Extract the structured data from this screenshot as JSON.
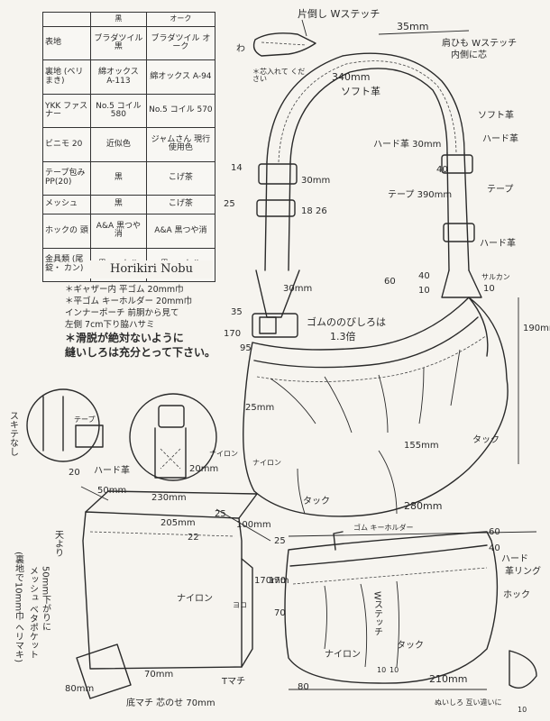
{
  "table": {
    "header": {
      "col1": "黒",
      "col2": "オーク"
    },
    "rows": [
      {
        "label": "表地",
        "v1": "ブラダツイル 黒",
        "v2": "ブラダツイル オーク"
      },
      {
        "label": "裏地 (ベリまき)",
        "v1": "綿オックス A-113",
        "v2": "綿オックス A-94"
      },
      {
        "label": "YKK ファスナー",
        "v1": "No.5 コイル 580",
        "v2": "No.5 コイル 570"
      },
      {
        "label": "ビニモ 20",
        "v1": "近似色",
        "v2": "ジャムさん 現行 使用色"
      },
      {
        "label": "テープ包み PP(20)",
        "v1": "黒",
        "v2": "こげ茶"
      },
      {
        "label": "メッシュ",
        "v1": "黒",
        "v2": "こげ茶"
      },
      {
        "label": "ホックの 頭",
        "v1": "A&A 黒つや消",
        "v2": "A&A 黒つや消"
      },
      {
        "label": "金具類 (尾錠・ カン)",
        "v1": "黒ニッケル",
        "v2": "黒ニッケル"
      }
    ]
  },
  "credit": "Horikiri Nobu",
  "notes": {
    "n1": "＊ギャザー内 平ゴム 20mm巾",
    "n2": "＊平ゴム キーホルダー 20mm巾",
    "n3": "インナーポーチ 前胴から見て",
    "n4": "左側 7cm下り脇ハサミ",
    "n5": "＊滑脱が絶対ないように",
    "n6": "縫いしろは充分とって下さい。"
  },
  "strap": {
    "top_note": "片倒し Wステッチ",
    "width": "35mm",
    "wa": "わ",
    "core": "＊芯入れて ください",
    "length": "340mm",
    "soft": "ソフト革",
    "shoulder_note": "肩ひも Wステッチ",
    "shoulder_note2": "内側に芯",
    "soft_leather": "ソフト革",
    "hard_leather": "ハード革",
    "hard30": "ハード革 30mm",
    "d40": "40",
    "tape": "テープ",
    "tape390": "テープ 390mm",
    "hard2": "ハード革",
    "d14": "14",
    "d30": "30mm",
    "d25": "25",
    "d18": "18",
    "d26": "26",
    "d30b": "30mm",
    "d60": "60",
    "d40b": "40",
    "d10": "10",
    "sarukan": "サルカン",
    "d10b": "10",
    "d35": "35",
    "d170": "170",
    "d95": "95"
  },
  "bag": {
    "gather": "ゴムののびしろは",
    "ratio": "1.3倍",
    "h190": "190mm",
    "d25": "25mm",
    "d155": "155mm",
    "tuck": "タック",
    "tuck2": "タック",
    "nylon": "ナイロン",
    "nylon2": "ナイロン",
    "width": "280mm",
    "d25b": "25",
    "d100": "100mm",
    "d25c": "25"
  },
  "details": {
    "tape": "テープ",
    "sukite": "スキテなし",
    "d20": "20mm"
  },
  "pouch": {
    "d20": "20",
    "hard": "ハード革",
    "d50": "50mm",
    "d230": "230mm",
    "d205": "205mm",
    "d22": "22",
    "nylon": "ナイロン",
    "d170": "170mm",
    "yoko": "ヨコ",
    "tmachi": "Tマチ",
    "d70": "70mm",
    "d80": "80mm",
    "bottom": "底マチ 芯のせ 70mm",
    "vnote1": "天より",
    "vnote2": "50mm下がりに",
    "vnote3": "メッシュ ベタポケット",
    "vnote4": "(裏地で10mm巾 ヘリマキ)"
  },
  "innerbag": {
    "key": "ゴム キーホルダー",
    "d60": "60",
    "d40": "40",
    "hard": "ハード",
    "hard2": "革リング",
    "hook": "ホック",
    "d170": "170",
    "d70": "70",
    "wstitch": "Wステッチ",
    "nylon": "ナイロン",
    "tuck": "タック",
    "d10": "10",
    "d10b": "10",
    "d80": "80",
    "d210": "210mm",
    "nuishiro": "ぬいしろ 互い違いに",
    "d10c": "10"
  }
}
